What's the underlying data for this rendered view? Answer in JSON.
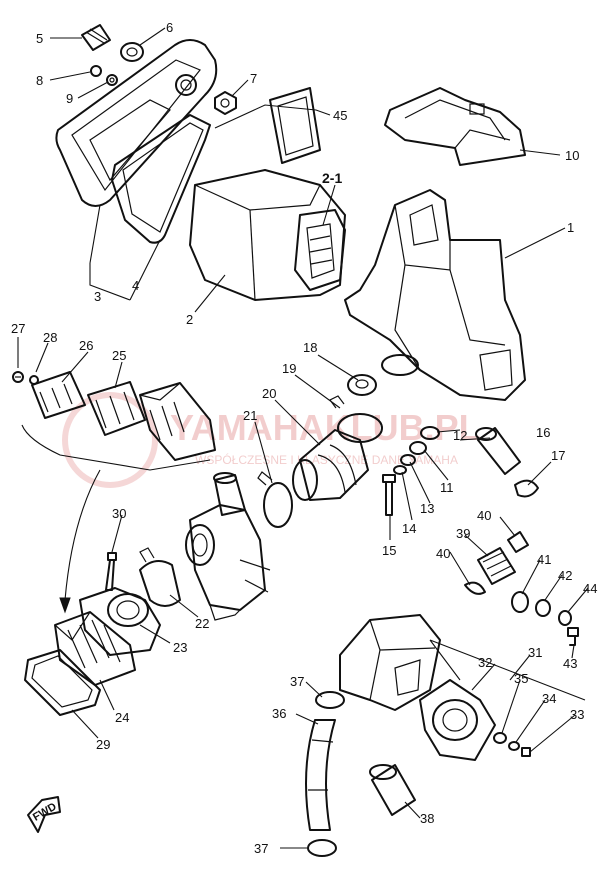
{
  "watermark": {
    "main": "YAMAHAKLUB.PL",
    "sub": "WSPÓŁCZESNE I KLASYCZNE DANE YAMAHA"
  },
  "fwd_label": "FWD",
  "callouts": {
    "p1": "1",
    "p2": "2",
    "p2_1": "2-1",
    "p3": "3",
    "p4": "4",
    "p5": "5",
    "p6": "6",
    "p7": "7",
    "p8": "8",
    "p9": "9",
    "p10": "10",
    "p11": "11",
    "p12": "12",
    "p13": "13",
    "p14": "14",
    "p15": "15",
    "p16": "16",
    "p17": "17",
    "p18": "18",
    "p19": "19",
    "p20": "20",
    "p21": "21",
    "p22": "22",
    "p23": "23",
    "p24": "24",
    "p25": "25",
    "p26": "26",
    "p27": "27",
    "p28": "28",
    "p29": "29",
    "p30": "30",
    "p31": "31",
    "p32": "32",
    "p33": "33",
    "p34": "34",
    "p35": "35",
    "p36": "36",
    "p37a": "37",
    "p37b": "37",
    "p38": "38",
    "p39": "39",
    "p40a": "40",
    "p40b": "40",
    "p41": "41",
    "p42": "42",
    "p43": "43",
    "p44": "44",
    "p45": "45"
  }
}
